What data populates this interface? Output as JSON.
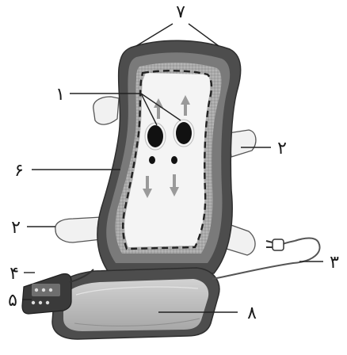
{
  "diagram": {
    "callouts": {
      "c1": "۱",
      "c2_top": "۲",
      "c2_bottom": "۲",
      "c3": "۳",
      "c4": "۴",
      "c5": "۵",
      "c6": "۶",
      "c7": "۷",
      "c8": "۸"
    },
    "colors": {
      "frame_dark": "#4d4d4d",
      "frame_mid": "#7a7a7a",
      "mesh_panel": "#a9a9a9",
      "inner_panel": "#f4f4f4",
      "seat_light": "#bdbdbd",
      "strap": "#f1f1f1",
      "massage_node": "#111111",
      "remote": "#3a3a3a"
    }
  }
}
